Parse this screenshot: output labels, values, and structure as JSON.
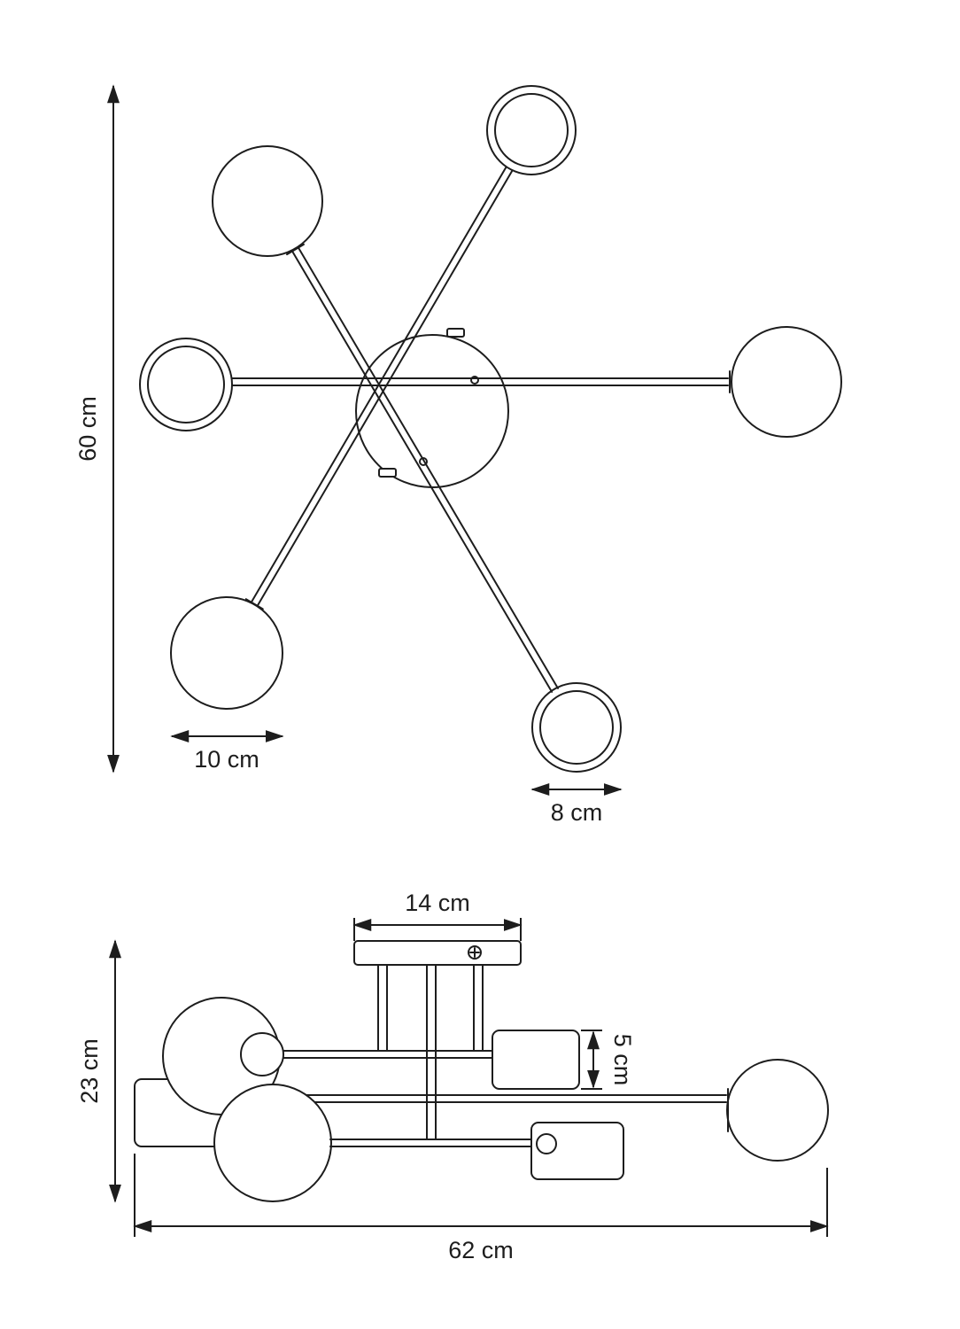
{
  "colors": {
    "line": "#1d1d1d",
    "background": "#ffffff"
  },
  "diagram": {
    "top_view": {
      "height_label": "60 cm",
      "globe_diameter_label": "10 cm",
      "ring_diameter_label": "8 cm"
    },
    "side_view": {
      "canopy_width_label": "14 cm",
      "height_label": "23 cm",
      "socket_height_label": "5 cm",
      "total_width_label": "62 cm"
    }
  }
}
